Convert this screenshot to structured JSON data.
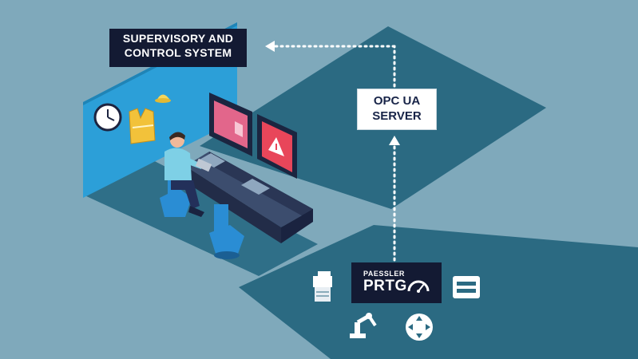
{
  "labels": {
    "supervisory": {
      "line1": "SUPERVISORY AND",
      "line2": "CONTROL SYSTEM"
    },
    "opc": {
      "line1": "OPC UA",
      "line2": "SERVER"
    },
    "prtg": {
      "brand": "PAESSLER",
      "product": "PRTG"
    }
  },
  "icons": [
    "clock-icon",
    "safety-vest-icon",
    "hard-hat-icon",
    "dashboard-screen-icon",
    "warning-triangle-icon",
    "printer-icon",
    "server-icon",
    "robot-arm-icon",
    "router-icon",
    "gauge-icon"
  ],
  "colors": {
    "background": "#7fa9bb",
    "dark_panel": "#2b6a82",
    "wall": "#2c9fd8",
    "label_dark": "#131a33",
    "label_light": "#ffffff",
    "alert": "#e8465a",
    "accent_pink": "#e2668b"
  }
}
